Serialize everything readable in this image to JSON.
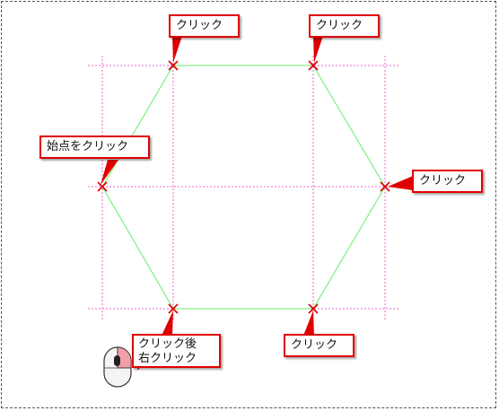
{
  "colors": {
    "guide": "#ee66cc",
    "hexagon": "#66ee66",
    "marker": "#e00000",
    "callout_border": "#e00000"
  },
  "callouts": {
    "top_left": "クリック",
    "top_right": "クリック",
    "start": "始点をクリック",
    "right": "クリック",
    "bottom_right": "クリック",
    "bottom_left_line1": "クリック後",
    "bottom_left_line2": "右クリック"
  },
  "icons": [
    "mouse-right-click-icon",
    "cross-marker-icon"
  ]
}
